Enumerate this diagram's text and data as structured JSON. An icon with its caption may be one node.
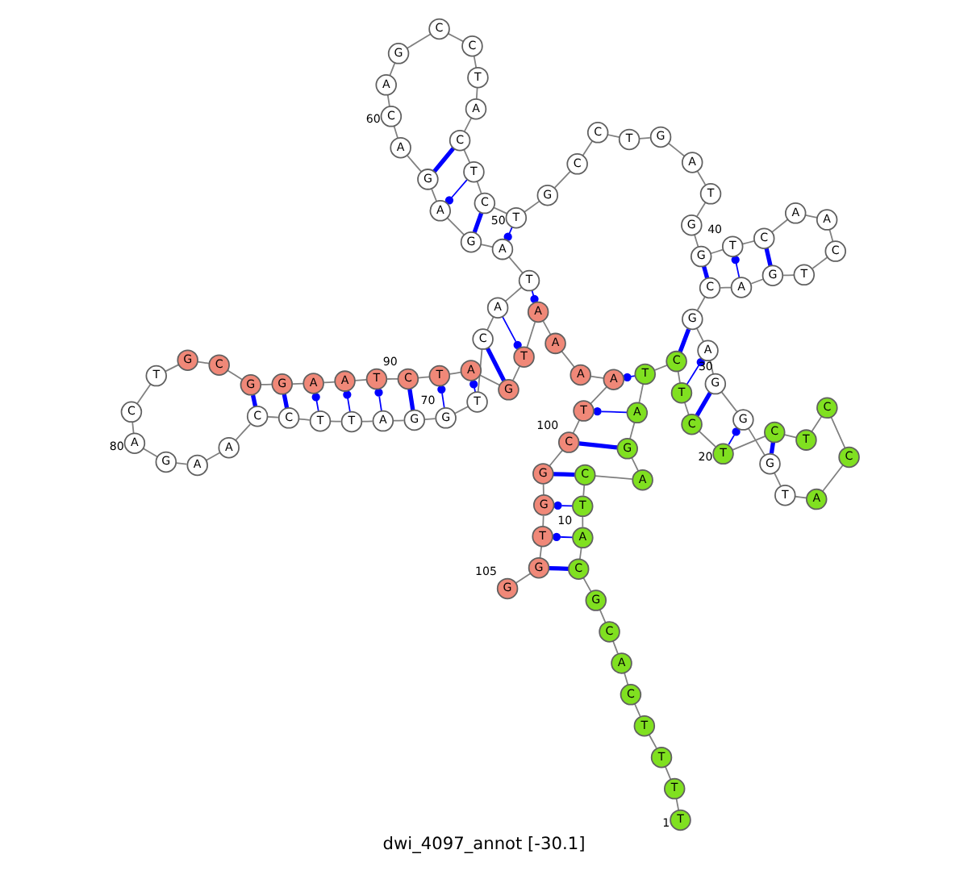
{
  "diagram": {
    "caption": "dwi_4097_annot [-30.1]",
    "nodes": [
      {
        "text": [
          "T"
        ],
        "beside": [
          "1"
        ]
      },
      {
        "text": [
          "T"
        ]
      },
      {
        "text": [
          "T"
        ]
      },
      {
        "text": [
          "T"
        ]
      },
      {
        "text": [
          "C"
        ]
      },
      {
        "text": [
          "A"
        ]
      },
      {
        "text": [
          "C"
        ]
      },
      {
        "text": [
          "G"
        ]
      },
      {
        "text": [
          "C"
        ]
      },
      {
        "text": [
          "A"
        ],
        "beside": [
          "10"
        ]
      },
      {
        "text": [
          "T"
        ]
      },
      {
        "text": [
          "C"
        ]
      },
      {
        "text": [
          "A"
        ]
      },
      {
        "text": [
          "G"
        ]
      },
      {
        "text": [
          "A"
        ]
      },
      {
        "text": [
          "T"
        ]
      },
      {
        "text": [
          "C"
        ]
      },
      {
        "text": [
          "T"
        ]
      },
      {
        "text": [
          "C"
        ]
      },
      {
        "text": [
          "T"
        ],
        "beside": [
          "20"
        ]
      },
      {
        "text": [
          "C"
        ]
      },
      {
        "text": [
          "T"
        ]
      },
      {
        "text": [
          "C"
        ]
      },
      {
        "text": [
          "C"
        ]
      },
      {
        "text": [
          "A"
        ]
      },
      {
        "text": [
          "T"
        ]
      },
      {
        "text": [
          "G"
        ]
      },
      {
        "text": [
          "G"
        ]
      },
      {
        "text": [
          "G"
        ]
      },
      {
        "text": [
          "A"
        ],
        "beside": [
          "30"
        ]
      },
      {
        "text": [
          "G"
        ]
      },
      {
        "text": [
          "C"
        ]
      },
      {
        "text": [
          "A"
        ]
      },
      {
        "text": [
          "G"
        ]
      },
      {
        "text": [
          "T"
        ]
      },
      {
        "text": [
          "C"
        ]
      },
      {
        "text": [
          "A"
        ]
      },
      {
        "text": [
          "A"
        ]
      },
      {
        "text": [
          "C"
        ]
      },
      {
        "text": [
          "T"
        ],
        "beside": [
          "40"
        ]
      },
      {
        "text": [
          "G"
        ]
      },
      {
        "text": [
          "G"
        ]
      },
      {
        "text": [
          "T"
        ]
      },
      {
        "text": [
          "A"
        ]
      },
      {
        "text": [
          "G"
        ]
      },
      {
        "text": [
          "T"
        ]
      },
      {
        "text": [
          "C"
        ]
      },
      {
        "text": [
          "C"
        ]
      },
      {
        "text": [
          "G"
        ]
      },
      {
        "text": [
          "T"
        ],
        "beside": [
          "50"
        ]
      },
      {
        "text": [
          "C"
        ]
      },
      {
        "text": [
          "T"
        ]
      },
      {
        "text": [
          "C"
        ]
      },
      {
        "text": [
          "A"
        ]
      },
      {
        "text": [
          "T"
        ]
      },
      {
        "text": [
          "C"
        ]
      },
      {
        "text": [
          "C"
        ]
      },
      {
        "text": [
          "G"
        ]
      },
      {
        "text": [
          "A"
        ]
      },
      {
        "text": [
          "C"
        ],
        "beside": [
          "60"
        ]
      },
      {
        "text": [
          "A"
        ]
      },
      {
        "text": [
          "G"
        ]
      },
      {
        "text": [
          "A"
        ]
      },
      {
        "text": [
          "G"
        ]
      },
      {
        "text": [
          "A"
        ]
      },
      {
        "text": [
          "T"
        ]
      },
      {
        "text": [
          "A"
        ]
      },
      {
        "text": [
          "C"
        ]
      },
      {
        "text": [
          "T"
        ]
      },
      {
        "text": [
          "G"
        ],
        "beside": [
          "70"
        ]
      },
      {
        "text": [
          "G"
        ]
      },
      {
        "text": [
          "A"
        ]
      },
      {
        "text": [
          "T"
        ]
      },
      {
        "text": [
          "T"
        ]
      },
      {
        "text": [
          "C"
        ]
      },
      {
        "text": [
          "C"
        ]
      },
      {
        "text": [
          "A"
        ]
      },
      {
        "text": [
          "A"
        ]
      },
      {
        "text": [
          "G"
        ]
      },
      {
        "text": [
          "A"
        ],
        "beside": [
          "80"
        ]
      },
      {
        "text": [
          "C"
        ]
      },
      {
        "text": [
          "T"
        ]
      },
      {
        "text": [
          "G"
        ]
      },
      {
        "text": [
          "C"
        ]
      },
      {
        "text": [
          "G"
        ]
      },
      {
        "text": [
          "G"
        ]
      },
      {
        "text": [
          "A"
        ]
      },
      {
        "text": [
          "A"
        ]
      },
      {
        "text": [
          "T"
        ]
      },
      {
        "text": [
          "C"
        ],
        "beside": [
          "90"
        ]
      },
      {
        "text": [
          "T"
        ]
      },
      {
        "text": [
          "A"
        ]
      },
      {
        "text": [
          "G"
        ]
      },
      {
        "text": [
          "T"
        ]
      },
      {
        "text": [
          "A"
        ]
      },
      {
        "text": [
          "A"
        ]
      },
      {
        "text": [
          "A"
        ]
      },
      {
        "text": [
          "A"
        ]
      },
      {
        "text": [
          "T"
        ]
      },
      {
        "text": [
          "C"
        ],
        "beside": [
          "100"
        ]
      },
      {
        "text": [
          "G"
        ]
      },
      {
        "text": [
          "G"
        ]
      },
      {
        "text": [
          "T"
        ]
      },
      {
        "text": [
          "G"
        ]
      },
      {
        "text": [
          "G"
        ],
        "beside": [
          "105"
        ]
      }
    ],
    "edges": [
      {
        "from": 0,
        "to": 1,
        "arrow": "none"
      },
      {
        "from": 1,
        "to": 2,
        "arrow": "none"
      },
      {
        "from": 2,
        "to": 3,
        "arrow": "none"
      },
      {
        "from": 3,
        "to": 4,
        "arrow": "none"
      },
      {
        "from": 4,
        "to": 5,
        "arrow": "none"
      },
      {
        "from": 5,
        "to": 6,
        "arrow": "none"
      },
      {
        "from": 6,
        "to": 7,
        "arrow": "none"
      },
      {
        "from": 7,
        "to": 8,
        "arrow": "none"
      },
      {
        "from": 8,
        "to": 9,
        "arrow": "none"
      },
      {
        "from": 9,
        "to": 10,
        "arrow": "none"
      },
      {
        "from": 10,
        "to": 11,
        "arrow": "none"
      },
      {
        "from": 11,
        "to": 12,
        "arrow": "none"
      },
      {
        "from": 12,
        "to": 13,
        "arrow": "none"
      },
      {
        "from": 13,
        "to": 14,
        "arrow": "none"
      },
      {
        "from": 14,
        "to": 15,
        "arrow": "none"
      },
      {
        "from": 15,
        "to": 16,
        "arrow": "none"
      },
      {
        "from": 16,
        "to": 17,
        "arrow": "none"
      },
      {
        "from": 17,
        "to": 18,
        "arrow": "none"
      },
      {
        "from": 18,
        "to": 19,
        "arrow": "none"
      },
      {
        "from": 19,
        "to": 20,
        "arrow": "none"
      },
      {
        "from": 20,
        "to": 21,
        "arrow": "none"
      },
      {
        "from": 21,
        "to": 22,
        "arrow": "none"
      },
      {
        "from": 22,
        "to": 23,
        "arrow": "none"
      },
      {
        "from": 23,
        "to": 24,
        "arrow": "none"
      },
      {
        "from": 24,
        "to": 25,
        "arrow": "none"
      },
      {
        "from": 25,
        "to": 26,
        "arrow": "none"
      },
      {
        "from": 26,
        "to": 27,
        "arrow": "none"
      },
      {
        "from": 27,
        "to": 28,
        "arrow": "none"
      },
      {
        "from": 28,
        "to": 29,
        "arrow": "none"
      },
      {
        "from": 29,
        "to": 30,
        "arrow": "none"
      },
      {
        "from": 30,
        "to": 31,
        "arrow": "none"
      },
      {
        "from": 31,
        "to": 32,
        "arrow": "none"
      },
      {
        "from": 32,
        "to": 33,
        "arrow": "none"
      },
      {
        "from": 33,
        "to": 34,
        "arrow": "none"
      },
      {
        "from": 34,
        "to": 35,
        "arrow": "none"
      },
      {
        "from": 35,
        "to": 36,
        "arrow": "none"
      },
      {
        "from": 36,
        "to": 37,
        "arrow": "none"
      },
      {
        "from": 37,
        "to": 38,
        "arrow": "none"
      },
      {
        "from": 38,
        "to": 39,
        "arrow": "none"
      },
      {
        "from": 39,
        "to": 40,
        "arrow": "none"
      },
      {
        "from": 40,
        "to": 41,
        "arrow": "none"
      },
      {
        "from": 41,
        "to": 42,
        "arrow": "none"
      },
      {
        "from": 42,
        "to": 43,
        "arrow": "none"
      },
      {
        "from": 43,
        "to": 44,
        "arrow": "none"
      },
      {
        "from": 44,
        "to": 45,
        "arrow": "none"
      },
      {
        "from": 45,
        "to": 46,
        "arrow": "none"
      },
      {
        "from": 46,
        "to": 47,
        "arrow": "none"
      },
      {
        "from": 47,
        "to": 48,
        "arrow": "none"
      },
      {
        "from": 48,
        "to": 49,
        "arrow": "none"
      },
      {
        "from": 49,
        "to": 50,
        "arrow": "none"
      },
      {
        "from": 50,
        "to": 51,
        "arrow": "none"
      },
      {
        "from": 51,
        "to": 52,
        "arrow": "none"
      },
      {
        "from": 52,
        "to": 53,
        "arrow": "none"
      },
      {
        "from": 53,
        "to": 54,
        "arrow": "none"
      },
      {
        "from": 54,
        "to": 55,
        "arrow": "none"
      },
      {
        "from": 55,
        "to": 56,
        "arrow": "none"
      },
      {
        "from": 56,
        "to": 57,
        "arrow": "none"
      },
      {
        "from": 57,
        "to": 58,
        "arrow": "none"
      },
      {
        "from": 58,
        "to": 59,
        "arrow": "none"
      },
      {
        "from": 59,
        "to": 60,
        "arrow": "none"
      },
      {
        "from": 60,
        "to": 61,
        "arrow": "none"
      },
      {
        "from": 61,
        "to": 62,
        "arrow": "none"
      },
      {
        "from": 62,
        "to": 63,
        "arrow": "none"
      },
      {
        "from": 63,
        "to": 64,
        "arrow": "none"
      },
      {
        "from": 64,
        "to": 65,
        "arrow": "none"
      },
      {
        "from": 65,
        "to": 66,
        "arrow": "none"
      },
      {
        "from": 66,
        "to": 67,
        "arrow": "none"
      },
      {
        "from": 67,
        "to": 68,
        "arrow": "none"
      },
      {
        "from": 68,
        "to": 69,
        "arrow": "none"
      },
      {
        "from": 69,
        "to": 70,
        "arrow": "none"
      },
      {
        "from": 70,
        "to": 71,
        "arrow": "none"
      },
      {
        "from": 71,
        "to": 72,
        "arrow": "none"
      },
      {
        "from": 72,
        "to": 73,
        "arrow": "none"
      },
      {
        "from": 73,
        "to": 74,
        "arrow": "none"
      },
      {
        "from": 74,
        "to": 75,
        "arrow": "none"
      },
      {
        "from": 75,
        "to": 76,
        "arrow": "none"
      },
      {
        "from": 76,
        "to": 77,
        "arrow": "none"
      },
      {
        "from": 77,
        "to": 78,
        "arrow": "none"
      },
      {
        "from": 78,
        "to": 79,
        "arrow": "none"
      },
      {
        "from": 79,
        "to": 80,
        "arrow": "none"
      },
      {
        "from": 80,
        "to": 81,
        "arrow": "none"
      },
      {
        "from": 81,
        "to": 82,
        "arrow": "none"
      },
      {
        "from": 82,
        "to": 83,
        "arrow": "none"
      },
      {
        "from": 83,
        "to": 84,
        "arrow": "none"
      },
      {
        "from": 84,
        "to": 85,
        "arrow": "none"
      },
      {
        "from": 85,
        "to": 86,
        "arrow": "none"
      },
      {
        "from": 86,
        "to": 87,
        "arrow": "none"
      },
      {
        "from": 87,
        "to": 88,
        "arrow": "none"
      },
      {
        "from": 88,
        "to": 89,
        "arrow": "none"
      },
      {
        "from": 89,
        "to": 90,
        "arrow": "none"
      },
      {
        "from": 90,
        "to": 91,
        "arrow": "none"
      },
      {
        "from": 91,
        "to": 92,
        "arrow": "none"
      },
      {
        "from": 92,
        "to": 93,
        "arrow": "none"
      },
      {
        "from": 93,
        "to": 94,
        "arrow": "none"
      },
      {
        "from": 94,
        "to": 95,
        "arrow": "none"
      },
      {
        "from": 95,
        "to": 96,
        "arrow": "none"
      },
      {
        "from": 96,
        "to": 97,
        "arrow": "none"
      },
      {
        "from": 97,
        "to": 98,
        "arrow": "none"
      },
      {
        "from": 98,
        "to": 99,
        "arrow": "none"
      },
      {
        "from": 99,
        "to": 100,
        "arrow": "none"
      },
      {
        "from": 100,
        "to": 101,
        "arrow": "none"
      },
      {
        "from": 101,
        "to": 102,
        "arrow": "none"
      },
      {
        "from": 102,
        "to": 103,
        "arrow": "none"
      },
      {
        "from": 103,
        "to": 104,
        "arrow": "none"
      },
      {
        "from": 8,
        "to": 103,
        "arrow": "none",
        "style": "thick",
        "color": "#0000ff"
      },
      {
        "from": 9,
        "to": 102,
        "arrow": "other",
        "color": "#0000ff"
      },
      {
        "from": 10,
        "to": 101,
        "arrow": "other",
        "color": "#0000ff"
      },
      {
        "from": 11,
        "to": 100,
        "arrow": "none",
        "style": "thick",
        "color": "#0000ff"
      },
      {
        "from": 13,
        "to": 99,
        "arrow": "none",
        "style": "thick",
        "color": "#0000ff"
      },
      {
        "from": 14,
        "to": 98,
        "arrow": "other",
        "color": "#0000ff"
      },
      {
        "from": 15,
        "to": 97,
        "arrow": "other",
        "color": "#0000ff"
      },
      {
        "from": 16,
        "to": 30,
        "arrow": "none",
        "style": "thick",
        "color": "#0000ff"
      },
      {
        "from": 17,
        "to": 29,
        "arrow": "other",
        "color": "#0000ff"
      },
      {
        "from": 18,
        "to": 28,
        "arrow": "none",
        "style": "thick",
        "color": "#0000ff"
      },
      {
        "from": 19,
        "to": 27,
        "arrow": "other",
        "color": "#0000ff"
      },
      {
        "from": 20,
        "to": 26,
        "arrow": "none",
        "style": "thick",
        "color": "#0000ff"
      },
      {
        "from": 31,
        "to": 40,
        "arrow": "none",
        "style": "thick",
        "color": "#0000ff"
      },
      {
        "from": 32,
        "to": 39,
        "arrow": "other",
        "color": "#0000ff"
      },
      {
        "from": 33,
        "to": 38,
        "arrow": "none",
        "style": "thick",
        "color": "#0000ff"
      },
      {
        "from": 49,
        "to": 64,
        "arrow": "other",
        "color": "#0000ff"
      },
      {
        "from": 50,
        "to": 63,
        "arrow": "none",
        "style": "thick",
        "color": "#0000ff"
      },
      {
        "from": 51,
        "to": 62,
        "arrow": "other",
        "color": "#0000ff"
      },
      {
        "from": 52,
        "to": 61,
        "arrow": "none",
        "style": "thick",
        "color": "#0000ff"
      },
      {
        "from": 65,
        "to": 94,
        "arrow": "other",
        "color": "#0000ff"
      },
      {
        "from": 66,
        "to": 93,
        "arrow": "other",
        "color": "#0000ff"
      },
      {
        "from": 67,
        "to": 92,
        "arrow": "none",
        "style": "thick",
        "color": "#0000ff"
      },
      {
        "from": 68,
        "to": 91,
        "arrow": "other",
        "color": "#0000ff"
      },
      {
        "from": 69,
        "to": 90,
        "arrow": "other",
        "color": "#0000ff"
      },
      {
        "from": 70,
        "to": 89,
        "arrow": "none",
        "style": "thick",
        "color": "#0000ff"
      },
      {
        "from": 71,
        "to": 88,
        "arrow": "other",
        "color": "#0000ff"
      },
      {
        "from": 72,
        "to": 87,
        "arrow": "other",
        "color": "#0000ff"
      },
      {
        "from": 73,
        "to": 86,
        "arrow": "other",
        "color": "#0000ff"
      },
      {
        "from": 74,
        "to": 85,
        "arrow": "none",
        "style": "thick",
        "color": "#0000ff"
      },
      {
        "from": 75,
        "to": 84,
        "arrow": "none",
        "style": "thick",
        "color": "#0000ff"
      }
    ]
  }
}
